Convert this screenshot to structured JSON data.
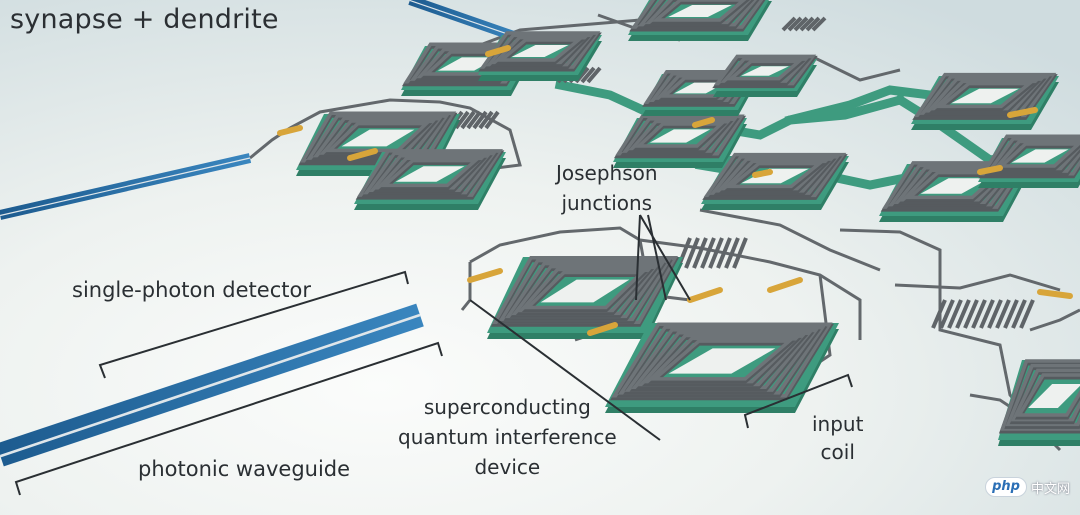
{
  "title": "synapse + dendrite",
  "labels": {
    "single_photon_detector": "single-photon detector",
    "photonic_waveguide": "photonic waveguide",
    "josephson_line1": "Josephson",
    "josephson_line2": "junctions",
    "squid_line1": "superconducting",
    "squid_line2": "quantum interference",
    "squid_line3": "device",
    "input_coil_line1": "input",
    "input_coil_line2": "coil"
  },
  "watermark": {
    "logo": "php",
    "text": "中文网"
  },
  "colors": {
    "background": "#e6ecec",
    "substrate": "#3e9b7f",
    "coil": "#6e7478",
    "waveguide": "#2a6ea6",
    "gold": "#d8a53a",
    "label": "#2a2f33"
  }
}
